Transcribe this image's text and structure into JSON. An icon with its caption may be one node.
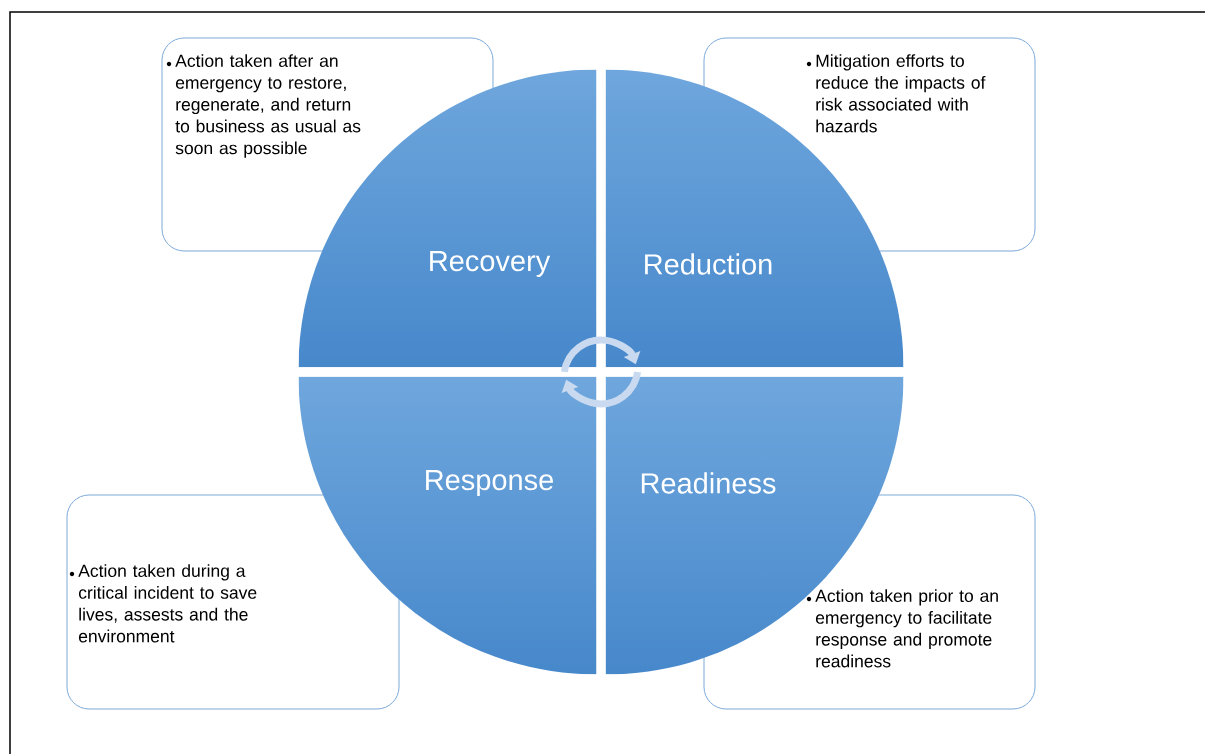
{
  "diagram": {
    "nodes": [
      {
        "text": [
          "Action taken after an emergency to restore, regenerate, and return to business as usual as soon as possible"
        ]
      },
      {
        "text": [
          "Mitigation efforts to reduce the impacts of risk associated with hazards"
        ]
      },
      {
        "text": [
          "Recovery"
        ]
      },
      {
        "text": [
          "Reduction"
        ]
      },
      {
        "text": [
          "Response"
        ]
      },
      {
        "text": [
          "Readiness"
        ]
      },
      {
        "text": [
          "Action taken during a critical incident to save lives, assests and the environment"
        ]
      },
      {
        "text": [
          "Action taken prior to an emergency to facilitate response and promote readiness"
        ]
      }
    ]
  }
}
